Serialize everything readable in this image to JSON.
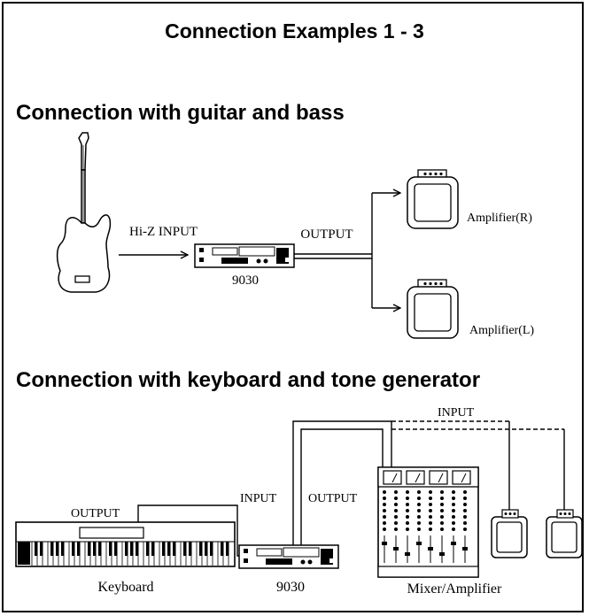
{
  "title": "Connection Examples 1 - 3",
  "section1": {
    "title": "Connection with guitar and bass",
    "input_label": "Hi-Z INPUT",
    "output_label": "OUTPUT",
    "unit_label": "9030",
    "amp_right_label": "Amplifier(R)",
    "amp_left_label": "Amplifier(L)"
  },
  "section2": {
    "title": "Connection with keyboard and tone generator",
    "keyboard_output_label": "OUTPUT",
    "unit_input_label": "INPUT",
    "unit_output_label": "OUTPUT",
    "mixer_input_label": "INPUT",
    "keyboard_label": "Keyboard",
    "unit_label": "9030",
    "mixer_label": "Mixer/Amplifier"
  }
}
